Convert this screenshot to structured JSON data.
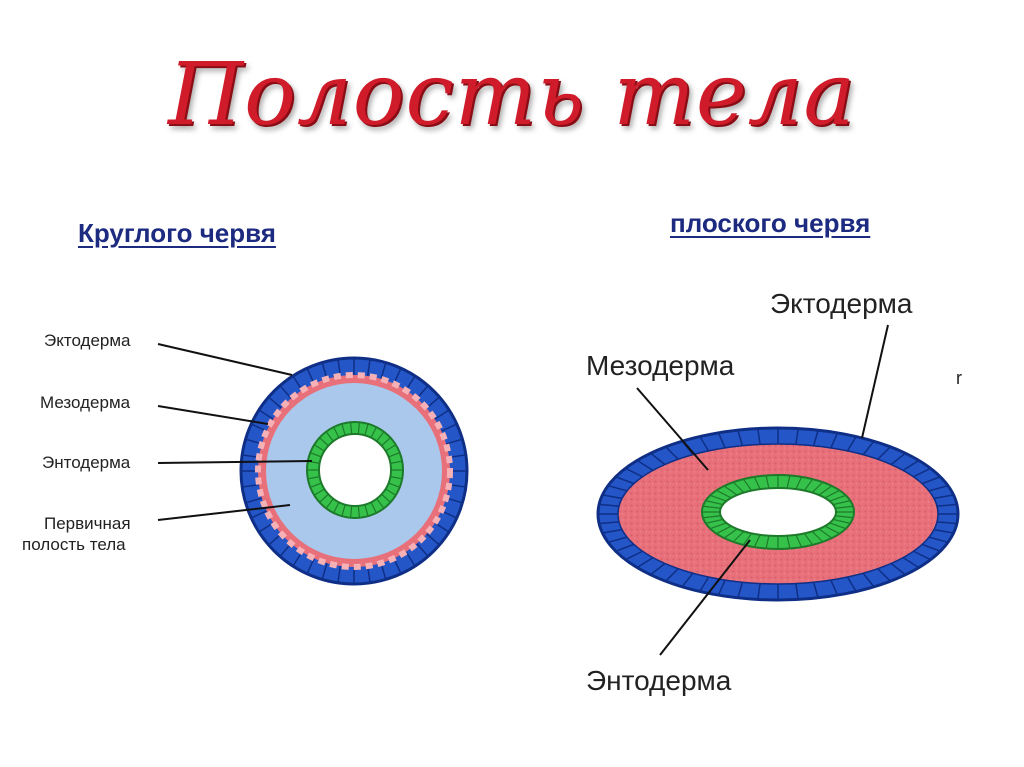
{
  "slide": {
    "title": "Полость тела",
    "roundworm": {
      "heading": "Круглого червя",
      "labels": {
        "ectoderm": "Эктодерма",
        "mesoderm": "Мезодерма",
        "endoderm": "Энтодерма",
        "primary_cavity_line1": "Первичная",
        "primary_cavity_line2": "полость тела"
      }
    },
    "flatworm": {
      "heading": "плоского червя",
      "labels": {
        "ectoderm": "Эктодерма",
        "mesoderm": "Мезодерма",
        "endoderm": "Энтодерма"
      }
    }
  },
  "colors": {
    "title_red": "#d01c2a",
    "heading_blue": "#1c2a80",
    "ectoderm_blue": "#2456c8",
    "mesoderm_pink": "#e8707a",
    "cavity_lightblue": "#a9c8ec",
    "endoderm_green": "#36c24a"
  }
}
